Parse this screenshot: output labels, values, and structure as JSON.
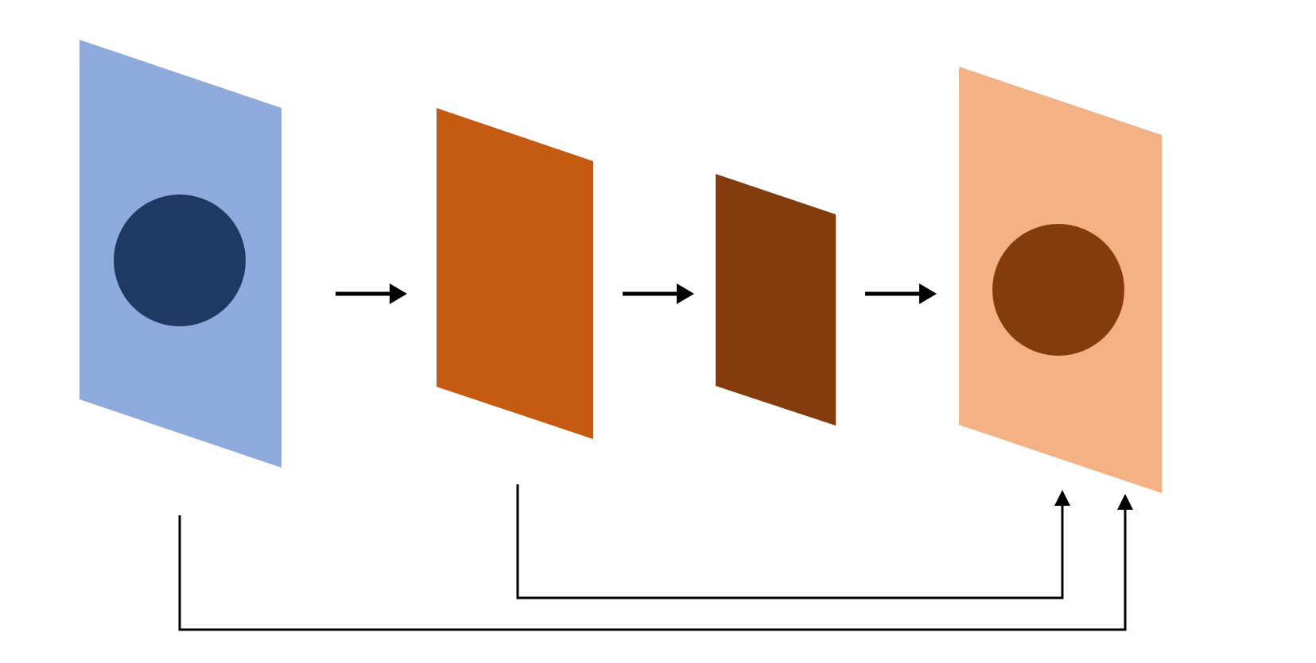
{
  "diagram": {
    "stages": [
      {
        "id": "input",
        "fill": "#8faadc",
        "has_circle": true,
        "circle_fill": "#203864"
      },
      {
        "id": "stage-2",
        "fill": "#c55a11",
        "has_circle": false
      },
      {
        "id": "stage-3",
        "fill": "#843c0c",
        "has_circle": false
      },
      {
        "id": "output",
        "fill": "#f4b183",
        "has_circle": true,
        "circle_fill": "#843c0c"
      }
    ],
    "arrow_color": "#000000",
    "sequence": [
      "input",
      "stage-2",
      "stage-3",
      "output"
    ],
    "skip_connections": [
      {
        "from": "stage-2",
        "to": "output"
      },
      {
        "from": "input",
        "to": "output"
      }
    ]
  }
}
